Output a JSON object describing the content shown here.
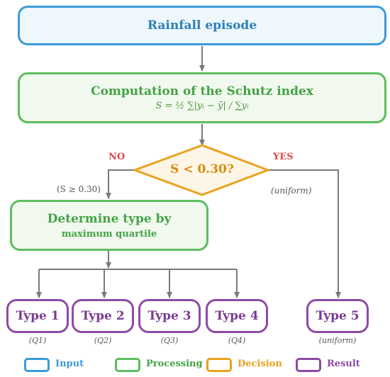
{
  "nodes": {
    "input": {
      "label": "Rainfall episode"
    },
    "schutz": {
      "title": "Computation of the Schutz index",
      "formula": "S = ½ ∑|yᵢ − ȳ| / ∑yᵢ"
    },
    "decision": {
      "label": "S < 0.30?"
    },
    "determine": {
      "title": "Determine type by",
      "subtitle": "maximum quartile"
    }
  },
  "branches": {
    "no": "NO",
    "yes": "YES",
    "no_condition": "(S ≥ 0.30)",
    "yes_condition": "(uniform)"
  },
  "types": [
    {
      "label": "Type 1",
      "note": "(Q1)"
    },
    {
      "label": "Type 2",
      "note": "(Q2)"
    },
    {
      "label": "Type 3",
      "note": "(Q3)"
    },
    {
      "label": "Type 4",
      "note": "(Q4)"
    },
    {
      "label": "Type 5",
      "note": "(uniform)"
    }
  ],
  "legend": [
    {
      "label": "Input",
      "color": "#3c9ad6"
    },
    {
      "label": "Processing",
      "color": "#5cbd5e"
    },
    {
      "label": "Decision",
      "color": "#e8a21e"
    },
    {
      "label": "Result",
      "color": "#8e4aa6"
    }
  ]
}
